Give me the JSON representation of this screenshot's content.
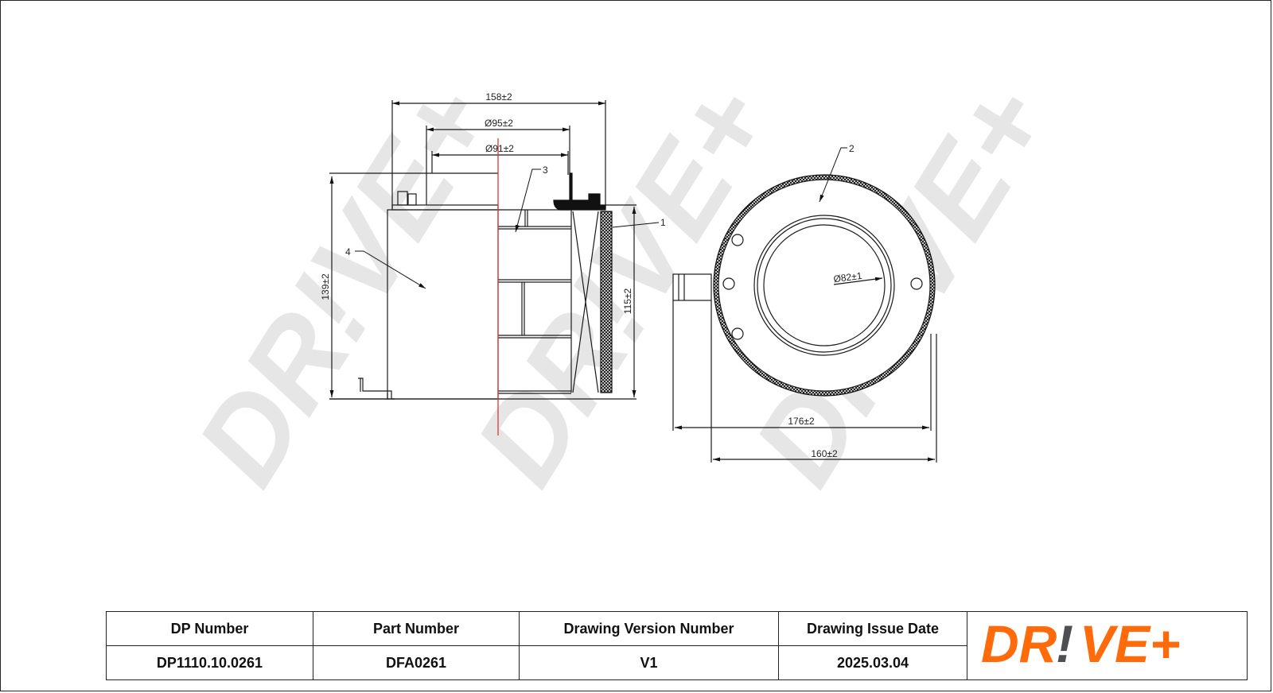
{
  "drawing": {
    "side_view": {
      "dimensions": {
        "overall_width": "158±2",
        "outer_diameter_top": "Ø95±2",
        "inner_diameter_top": "Ø91±2",
        "total_height": "139±2",
        "body_height": "115±2"
      },
      "callouts": [
        "1",
        "3",
        "4"
      ]
    },
    "top_view": {
      "dimensions": {
        "inner_diameter": "Ø82±1",
        "width_with_tab": "176±2",
        "outer_diameter": "160±2"
      },
      "callouts": [
        "2"
      ]
    },
    "colors": {
      "line": "#1a1a1a",
      "centerline": "#d9383a",
      "watermark": "#e6e6e6",
      "brand_orange": "#ff6b0a",
      "brand_grey": "#4d4f53"
    }
  },
  "title_block": {
    "headers": [
      "DP Number",
      "Part Number",
      "Drawing Version Number",
      "Drawing Issue Date"
    ],
    "values": [
      "DP1110.10.0261",
      "DFA0261",
      "V1",
      "2025.03.04"
    ]
  },
  "logo": {
    "text_left": "DR",
    "text_mark": "!",
    "text_right": "VE+"
  },
  "watermark": {
    "text": "DR!VE+"
  }
}
